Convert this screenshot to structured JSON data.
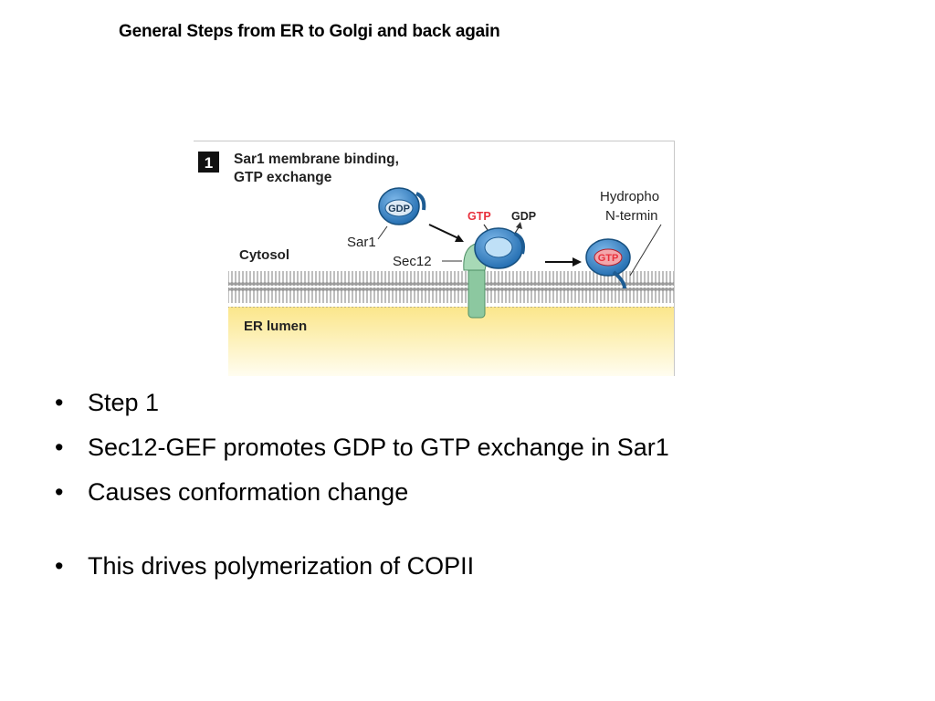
{
  "slide": {
    "title": "General Steps from ER to Golgi and  back again"
  },
  "figure": {
    "step_number": "1",
    "step_title_line1": "Sar1 membrane binding,",
    "step_title_line2": "GTP exchange",
    "label_cytosol": "Cytosol",
    "label_er_lumen": "ER lumen",
    "label_sar1": "Sar1",
    "label_sec12": "Sec12",
    "label_gdp_bound": "GDP",
    "label_gtp_in": "GTP",
    "label_gdp_out": "GDP",
    "label_gtp_bound": "GTP",
    "label_hydrophobic_line1": "Hydropho",
    "label_hydrophobic_line2": "N-termin",
    "colors": {
      "protein_blue": "#2f7fc4",
      "protein_dark": "#1d5c93",
      "gtp_red": "#e8303c",
      "membrane_gray": "#8a8a8a",
      "lumen_yellow": "#fbeea0",
      "sec12_green": "#8cc8a0"
    }
  },
  "bullets": {
    "symbol": "•",
    "items": [
      "Step 1",
      "Sec12-GEF promotes GDP to GTP exchange in Sar1",
      "Causes conformation change",
      "This drives polymerization of COPII"
    ]
  }
}
